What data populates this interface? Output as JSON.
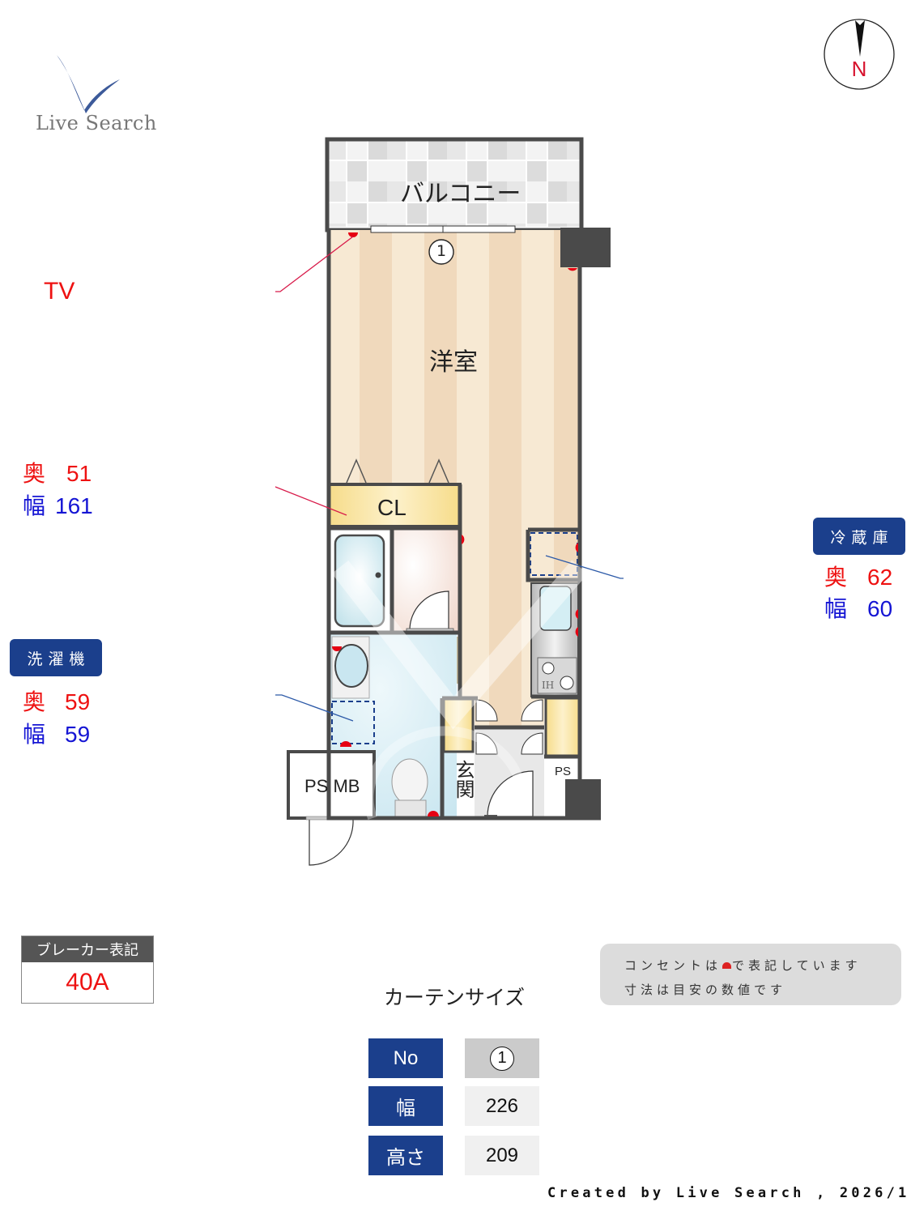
{
  "logo": {
    "text": "Live Search",
    "icon": "checkmark-swoosh-icon",
    "color": "#3c5a9a"
  },
  "compass": {
    "label": "N",
    "icon": "north-arrow-icon",
    "label_color": "#d7132e"
  },
  "floorplan": {
    "rooms": {
      "balcony": "バルコニー",
      "western_room": "洋室",
      "closet": "CL",
      "entrance": "玄関",
      "ps_mb": "PS MB",
      "ps": "PS",
      "ih": "IH",
      "window_no": "1"
    },
    "outlet_color": "#e60012"
  },
  "annotations": {
    "tv": {
      "label": "TV"
    },
    "closet": {
      "depth_label": "奥",
      "depth": "51",
      "width_label": "幅",
      "width": "161"
    },
    "fridge": {
      "title": "冷蔵庫",
      "depth_label": "奥",
      "depth": "62",
      "width_label": "幅",
      "width": "60"
    },
    "washer": {
      "title": "洗濯機",
      "depth_label": "奥",
      "depth": "59",
      "width_label": "幅",
      "width": "59"
    }
  },
  "breaker": {
    "title": "ブレーカー表記",
    "value": "40A"
  },
  "note": {
    "line1_before": "コンセントは",
    "line1_after": "で表記しています",
    "line2": "寸法は目安の数値です",
    "marker_icon": "outlet-marker-icon"
  },
  "curtain": {
    "title": "カーテンサイズ",
    "rows": [
      {
        "header": "No",
        "value": "1"
      },
      {
        "header": "幅",
        "value": "226"
      },
      {
        "header": "高さ",
        "value": "209"
      }
    ]
  },
  "footer": {
    "credit": "Created by Live Search , 2026/1"
  },
  "colors": {
    "badge": "#1b3f8c",
    "depth": "#ee1111",
    "width": "#1515d4",
    "wall": "#4a4a4a"
  }
}
